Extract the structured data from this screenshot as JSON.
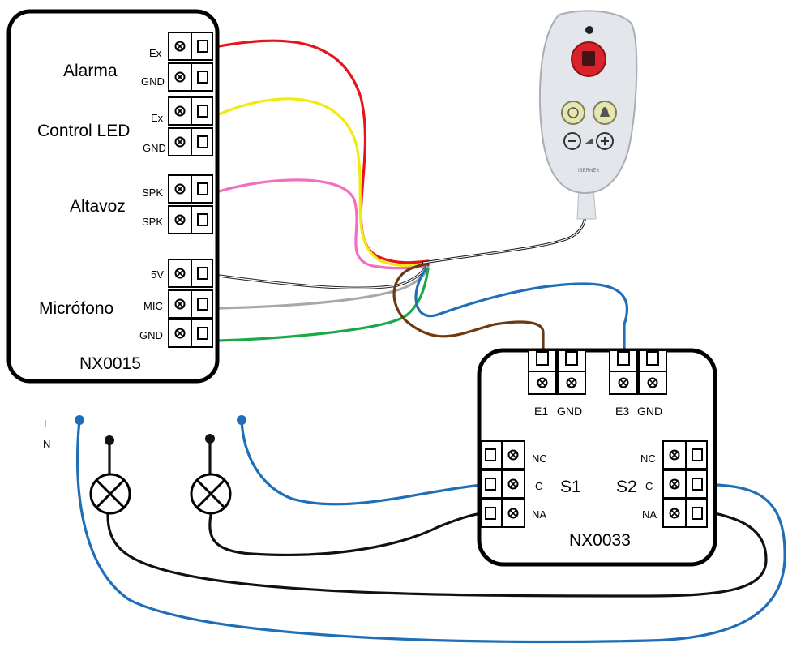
{
  "colors": {
    "alarm_wire": "#e8141b",
    "led_wire": "#f2ea0c",
    "spk_wire": "#f26fc0",
    "mic_5v_wire": "#222222",
    "mic_wire": "#a8a8a8",
    "gnd_wire": "#1aa84a",
    "e1_wire": "#6b3a12",
    "e3_wire": "#1f6fb8",
    "mains_l": "#1f6fb8",
    "mains_n": "#111111",
    "remote_body": "#e3e6ea",
    "remote_button": "#d8232a",
    "remote_small_button": "#e6e7b0"
  },
  "nx0015": {
    "name": "NX0015",
    "groups": [
      {
        "label": "Alarma",
        "pins": [
          "Ex",
          "GND"
        ]
      },
      {
        "label": "Control LED",
        "pins": [
          "Ex",
          "GND"
        ]
      },
      {
        "label": "Altavoz",
        "pins": [
          "SPK",
          "SPK"
        ]
      },
      {
        "label": "Micrófono",
        "pins": [
          "5V",
          "MIC",
          "GND"
        ]
      }
    ]
  },
  "nx0033": {
    "name": "NX0033",
    "top_pins": [
      "E1",
      "GND",
      "E3",
      "GND"
    ],
    "left_pins": [
      "NC",
      "C",
      "NA"
    ],
    "right_pins": [
      "NC",
      "C",
      "NA"
    ],
    "s1_label": "S1",
    "s2_label": "S2"
  },
  "mains": {
    "l_label": "L",
    "n_label": "N"
  },
  "remote": {
    "brand": "IBERNEX",
    "icons": [
      "call-button-icon",
      "light-button-icon",
      "bell-button-icon",
      "volume-down-icon",
      "volume-up-icon"
    ]
  }
}
